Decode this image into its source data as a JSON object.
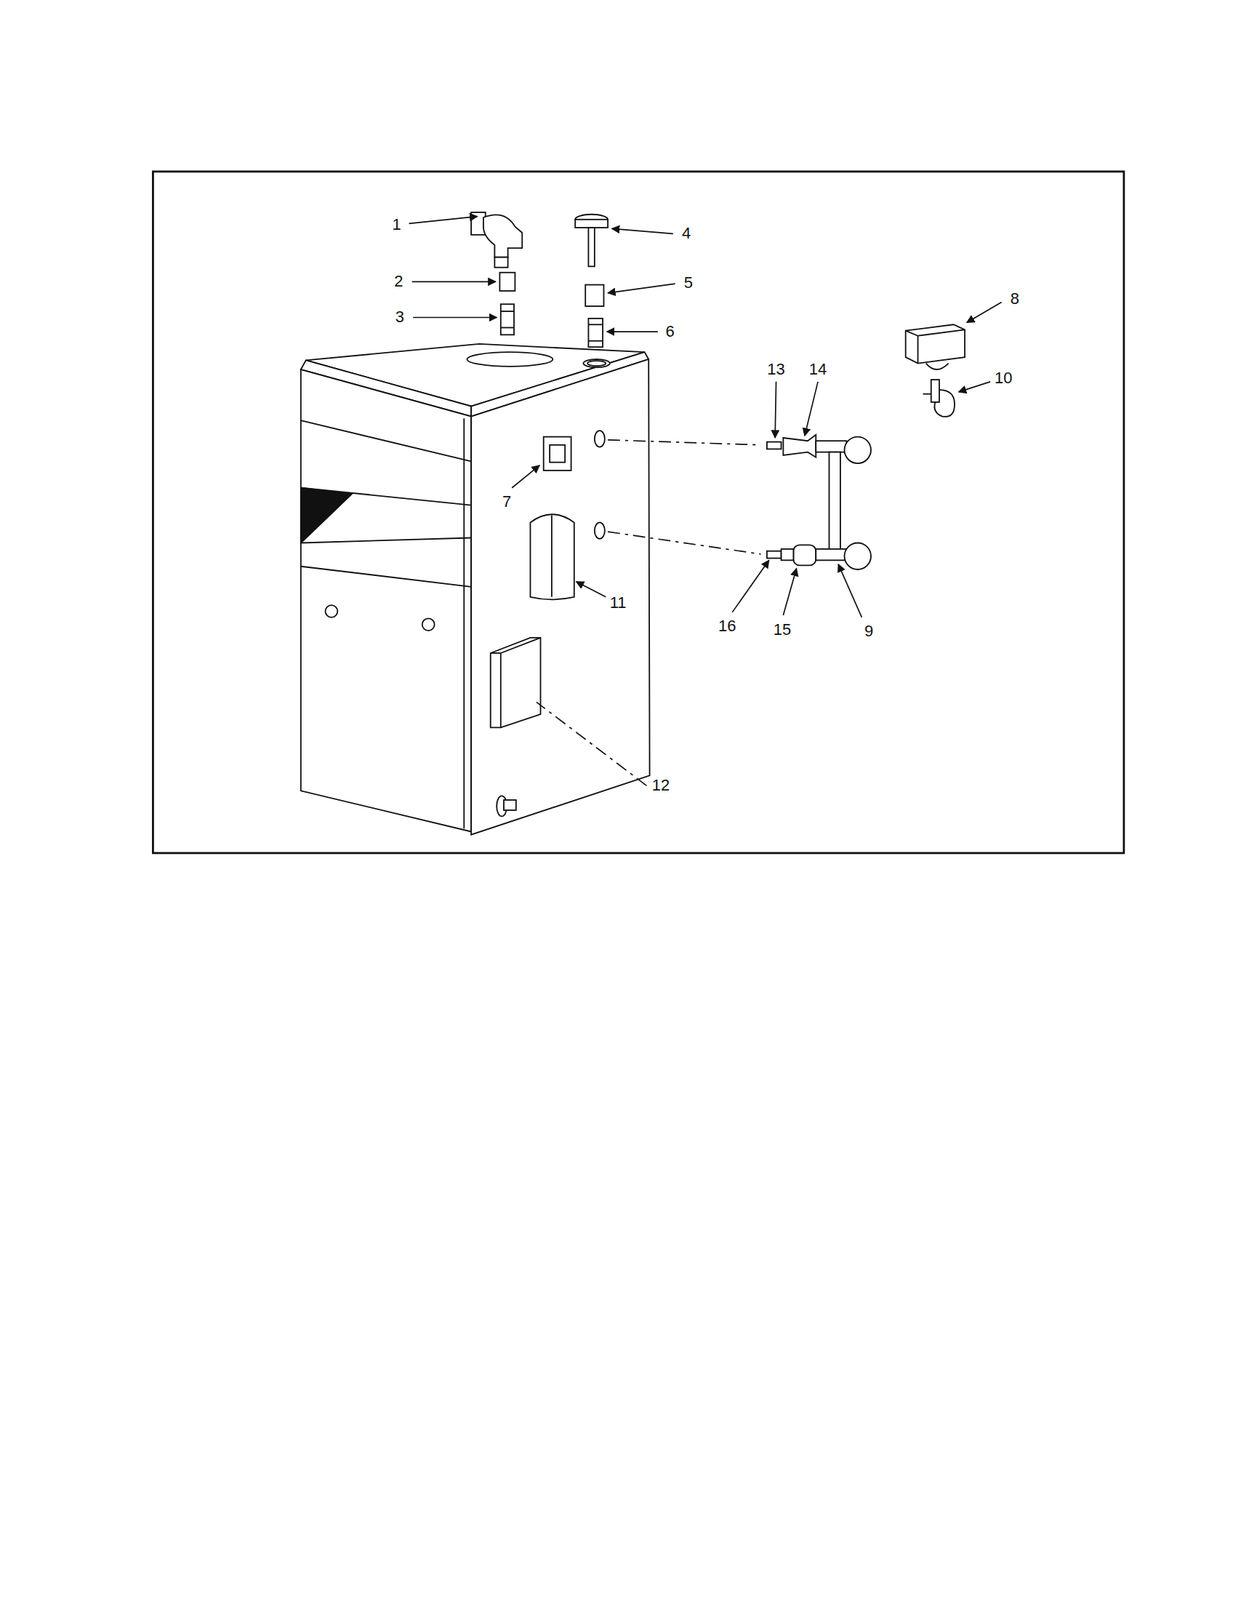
{
  "diagram": {
    "labels": [
      "1",
      "4",
      "2",
      "5",
      "8",
      "3",
      "6",
      "13",
      "14",
      "10",
      "7",
      "11",
      "16",
      "15",
      "9",
      "12"
    ]
  }
}
